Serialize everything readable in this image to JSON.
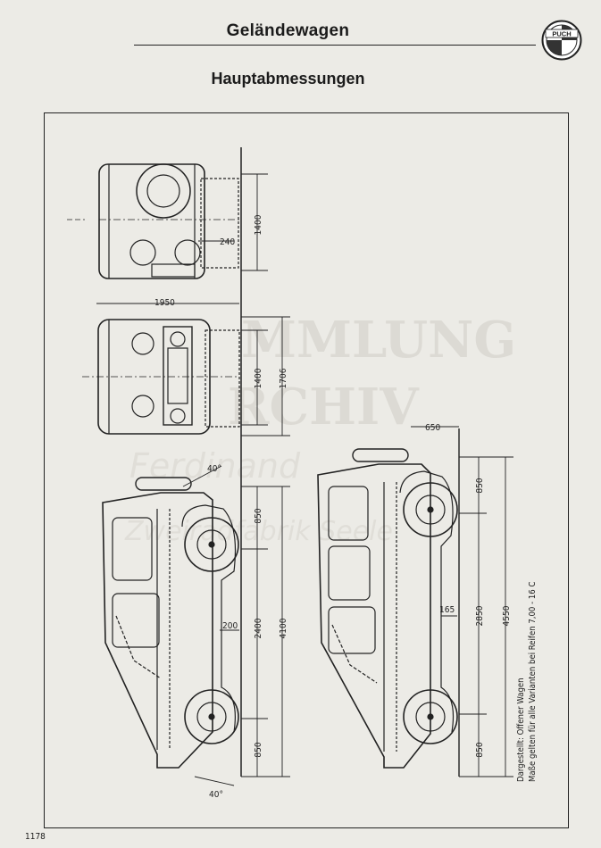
{
  "header": {
    "title": "Geländewagen",
    "logo_text": "PUCH"
  },
  "subtitle": "Hauptabmessungen",
  "watermark": {
    "line1": "MMLUNG",
    "line2": "RCHIV",
    "line3": "Ferdinand",
    "line4": "Zweiradfabrik Seele"
  },
  "dimensions": {
    "rear_track": "1400",
    "wheel_offset": "240",
    "overall_width": "1950",
    "front_track": "1400",
    "width_at_body": "1706",
    "left_angle": "40°",
    "front_overhang": "850",
    "wheelbase_short": "2400",
    "length_short": "4100",
    "clearance": "200",
    "rear_overhang": "850",
    "rear_angle": "40°",
    "spare_offset": "650",
    "front_overhang_long": "850",
    "wheelbase_long": "2850",
    "length_long": "4550",
    "clearance_long": "165",
    "rear_overhang_long": "850"
  },
  "notes": {
    "line1": "Dargestellt: Offener Wagen",
    "line2": "Maße gelten für alle Varianten bei Reifen 7,00 - 16 C"
  },
  "footer": {
    "page_number": "1178"
  },
  "colors": {
    "paper": "#ecebe6",
    "ink": "#222222"
  }
}
